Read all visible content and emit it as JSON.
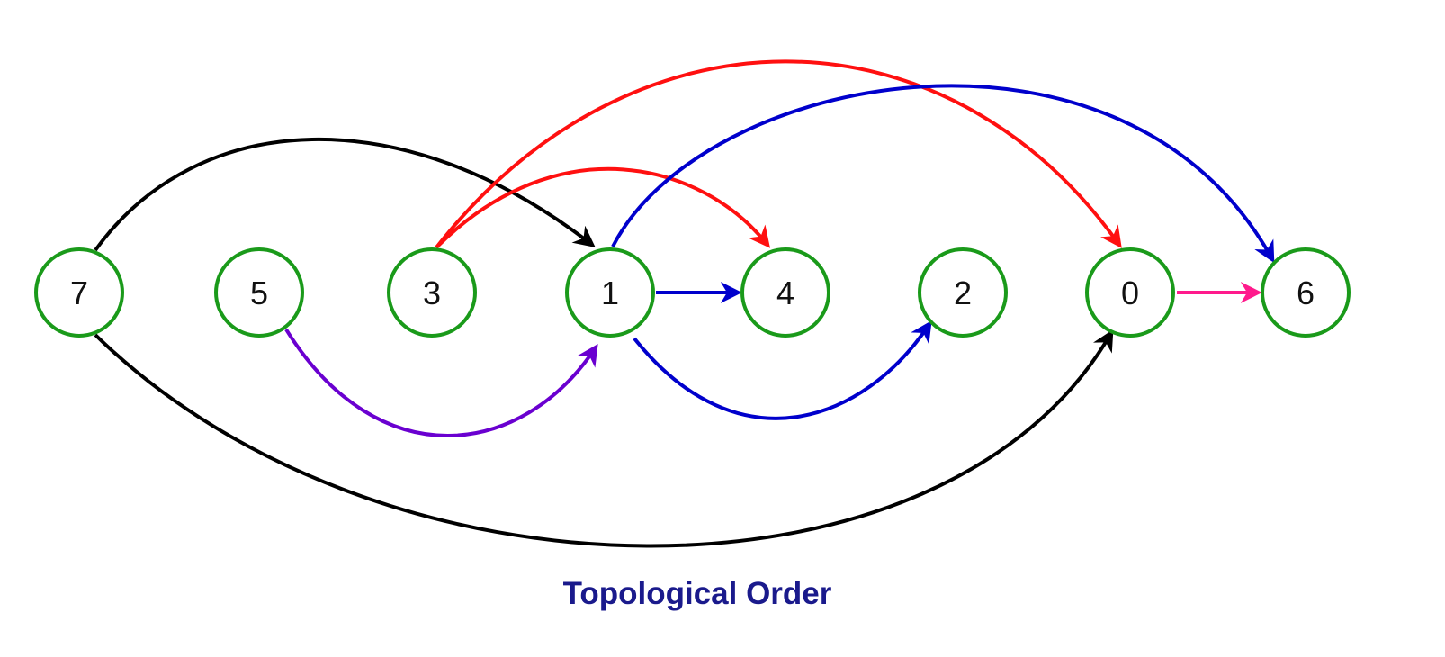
{
  "caption": "Topological Order",
  "colors": {
    "node_stroke": "#1a9a1a",
    "caption": "#1a1a8c",
    "black": "#000000",
    "red": "#ff1010",
    "blue": "#0000cc",
    "purple": "#6a00d0",
    "pink": "#ff1a8c"
  },
  "nodes": [
    {
      "id": "7",
      "label": "7"
    },
    {
      "id": "5",
      "label": "5"
    },
    {
      "id": "3",
      "label": "3"
    },
    {
      "id": "1",
      "label": "1"
    },
    {
      "id": "4",
      "label": "4"
    },
    {
      "id": "2",
      "label": "2"
    },
    {
      "id": "0",
      "label": "0"
    },
    {
      "id": "6",
      "label": "6"
    }
  ],
  "edges": [
    {
      "from": "7",
      "to": "1",
      "color": "black"
    },
    {
      "from": "7",
      "to": "0",
      "color": "black"
    },
    {
      "from": "5",
      "to": "1",
      "color": "purple"
    },
    {
      "from": "3",
      "to": "4",
      "color": "red"
    },
    {
      "from": "3",
      "to": "0",
      "color": "red"
    },
    {
      "from": "1",
      "to": "4",
      "color": "blue"
    },
    {
      "from": "1",
      "to": "2",
      "color": "blue"
    },
    {
      "from": "1",
      "to": "6",
      "color": "blue"
    },
    {
      "from": "0",
      "to": "6",
      "color": "pink"
    }
  ]
}
